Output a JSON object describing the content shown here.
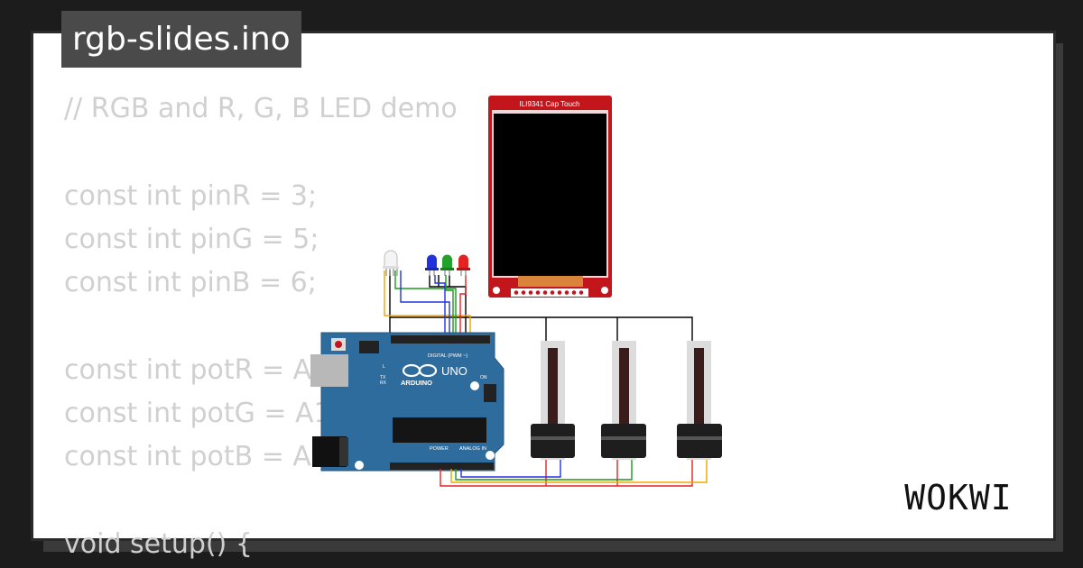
{
  "filename": "rgb-slides.ino",
  "code_lines": [
    "// RGB and R, G, B LED demo",
    "",
    "const int pinR = 3;",
    "const int pinG = 5;",
    "const int pinB = 6;",
    "",
    "const int potR = A0;",
    "const int potG = A1;",
    "const int potB = A2;",
    "",
    "void setup() {"
  ],
  "display": {
    "label": "ILI9341 Cap Touch"
  },
  "arduino": {
    "board_name": "UNO",
    "brand": "ARDUINO",
    "digital_label": "DIGITAL (PWM ~)",
    "power_label": "POWER",
    "analog_label": "ANALOG IN",
    "on_label": "ON",
    "tx_label": "TX",
    "rx_label": "RX",
    "l_label": "L"
  },
  "brand_logo": "WOKWI",
  "colors": {
    "background": "#1c1c1c",
    "board": "#2f6c9e",
    "display_frame": "#c3161c",
    "led_red": "#e52222",
    "led_green": "#22a22a",
    "led_blue": "#2233dd",
    "wire_black": "#000000",
    "wire_red": "#e52222",
    "wire_green": "#1a9a1a",
    "wire_blue": "#2233dd",
    "wire_orange": "#f0a500"
  }
}
